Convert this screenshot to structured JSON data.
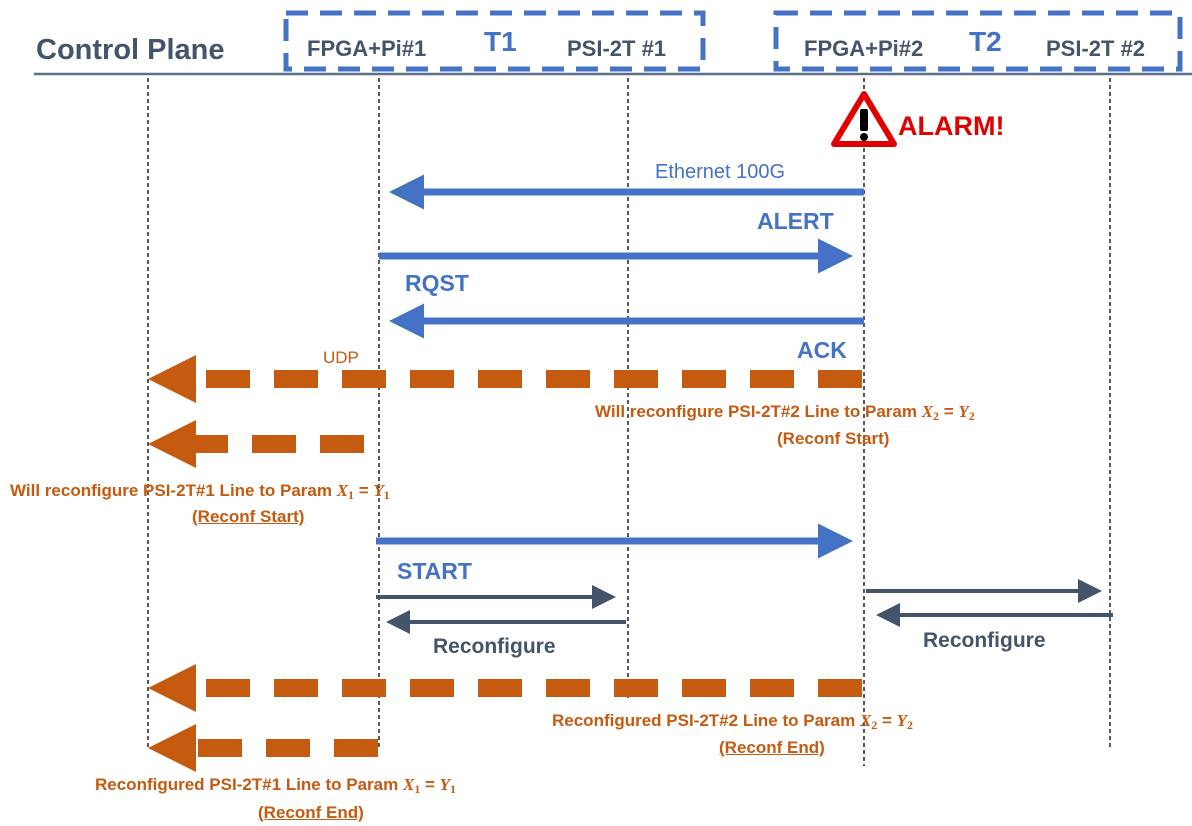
{
  "header": {
    "control_plane": "Control Plane",
    "group1": {
      "node_left": "FPGA+Pi#1",
      "tag": "T1",
      "node_right": "PSI-2T #1"
    },
    "group2": {
      "node_left": "FPGA+Pi#2",
      "tag": "T2",
      "node_right": "PSI-2T #2"
    }
  },
  "alarm": {
    "label": "ALARM!",
    "icon": "warning-triangle-icon"
  },
  "messages": {
    "ethernet": "Ethernet 100G",
    "alert": "ALERT",
    "rqst": "RQST",
    "ack": "ACK",
    "udp": "UDP",
    "start": "START",
    "reconfigure_left": "Reconfigure",
    "reconfigure_right": "Reconfigure"
  },
  "notes": {
    "reconf_start_2_prefix": "Will reconfigure PSI-2T#2 Line to Param ",
    "reconf_start_2_x": "X",
    "reconf_start_2_xsub": "2",
    "reconf_start_2_eq": " = ",
    "reconf_start_2_y": "Y",
    "reconf_start_2_ysub": "2",
    "reconf_start_2_tag": "(Reconf Start)",
    "reconf_start_1_prefix": "Will reconfigure PSI-2T#1 Line to Param ",
    "reconf_start_1_x": "X",
    "reconf_start_1_xsub": "1",
    "reconf_start_1_eq": " = ",
    "reconf_start_1_y": "Y",
    "reconf_start_1_ysub": "1",
    "reconf_start_1_tag": "(Reconf Start)",
    "reconf_end_2_prefix": "Reconfigured PSI-2T#2 Line to Param ",
    "reconf_end_2_x": "X",
    "reconf_end_2_xsub": "2",
    "reconf_end_2_eq": " = ",
    "reconf_end_2_y": "Y",
    "reconf_end_2_ysub": "2",
    "reconf_end_2_tag": "(Reconf End)",
    "reconf_end_1_prefix": "Reconfigured PSI-2T#1 Line to Param ",
    "reconf_end_1_x": "X",
    "reconf_end_1_xsub": "1",
    "reconf_end_1_eq": " = ",
    "reconf_end_1_y": "Y",
    "reconf_end_1_ysub": "1",
    "reconf_end_1_tag": "(Reconf End)"
  },
  "colors": {
    "header_text": "#44546a",
    "group_box": "#4472c4",
    "message_blue": "#4472c4",
    "message_slate": "#44546a",
    "udp_orange": "#c55a11",
    "alarm_red": "#e00000"
  }
}
